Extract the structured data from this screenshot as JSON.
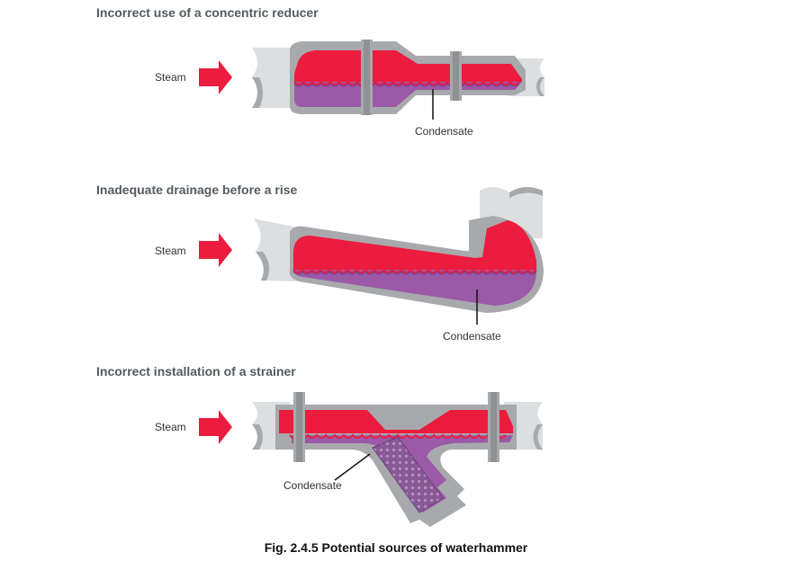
{
  "sections": [
    {
      "title": "Incorrect use of a concentric reducer",
      "steam_label": "Steam",
      "condensate_label": "Condensate"
    },
    {
      "title": "Inadequate drainage before a rise",
      "steam_label": "Steam",
      "condensate_label": "Condensate"
    },
    {
      "title": "Incorrect installation of a strainer",
      "steam_label": "Steam",
      "condensate_label": "Condensate"
    }
  ],
  "caption": "Fig. 2.4.5 Potential sources of waterhammer",
  "colors": {
    "steam": "#ec1c3e",
    "condensate": "#9b59a8",
    "pipe_wall": "#a7a9ac",
    "pipe_cut": "#dcdee0",
    "arrow": "#ec1c3e"
  }
}
